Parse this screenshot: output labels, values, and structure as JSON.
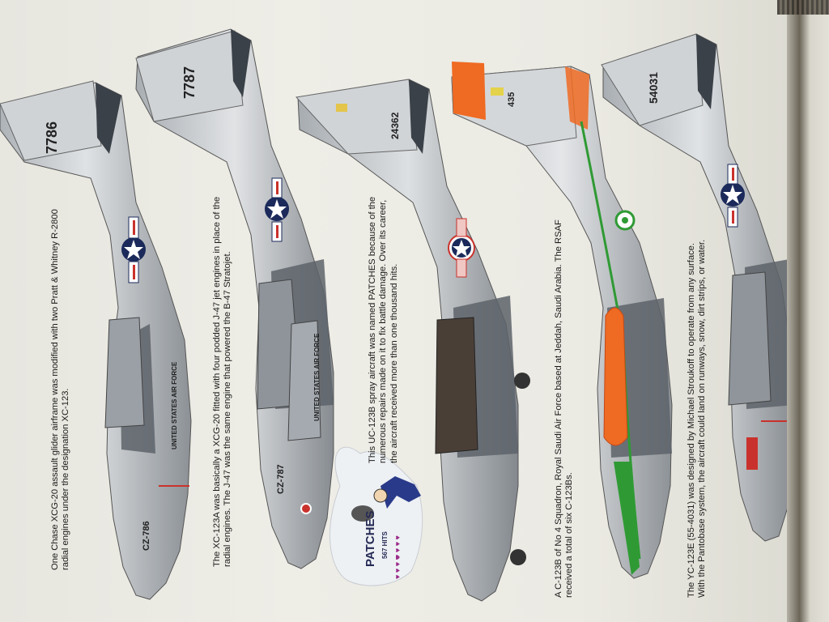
{
  "aircraft": [
    {
      "tail_number": "7786",
      "body_code": "CZ-786",
      "markings": "UNITED STATES AIR FORCE",
      "caption": [
        "One Chase XCG-20 assault glider airframe was modified with two Pratt & Whitney R-2800",
        "radial engines under the designation XC-123."
      ]
    },
    {
      "tail_number": "7787",
      "body_code": "CZ-787",
      "markings": "UNITED STATES AIR FORCE",
      "caption": [
        "The XC-123A was basically a XCG-20 fitted with four podded J-47 jet engines in place of the",
        "radial engines. The J-47 was the same engine that powered the B-47 Stratojet."
      ]
    },
    {
      "tail_number": "24362",
      "caption": [
        "This UC-123B spray aircraft was named PATCHES because of the",
        "numerous repairs made on it to fix battle damage. Over its career,",
        "the aircraft received more than one thousand hits."
      ],
      "nose_art": {
        "name": "PATCHES",
        "hits": "567 HITS"
      }
    },
    {
      "tail_number": "435",
      "caption": [
        "A C-123B of No 4 Squadron, Royal Saudi Air Force based at Jeddah, Saudi Arabia. The RSAF",
        "received a total of six C-123Bs."
      ]
    },
    {
      "tail_number": "54031",
      "caption": [
        "The YC-123E (55-4031) was designed by Michael Stroukoff to operate from any surface.",
        "With the Pantobase system, the aircraft could land on runways, snow, dirt strips, or water."
      ]
    }
  ],
  "colors": {
    "page": "#ebeae3",
    "aircraft_metal": "#c9ccce",
    "aircraft_shadow": "#6f747a",
    "usaf_blue": "#1b2a5a",
    "patches_red": "#c9322c",
    "rsaf_orange": "#ef6a22",
    "rsaf_green": "#2f9a34",
    "caption_text": "#1c1c1a"
  }
}
